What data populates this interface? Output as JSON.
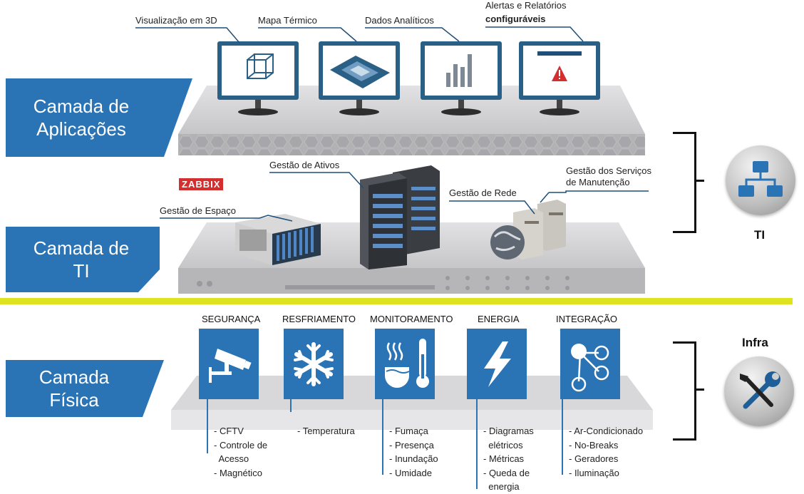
{
  "layers": {
    "applications": [
      "Camada de",
      "Aplicações"
    ],
    "it": [
      "Camada de",
      "TI"
    ],
    "physical": [
      "Camada",
      "Física"
    ]
  },
  "apps": {
    "visualization": "Visualização em 3D",
    "heat_map": "Mapa Térmico",
    "analytics": "Dados Analíticos",
    "alerts_line1": "Alertas e Relatórios",
    "alerts_line2": "configuráveis"
  },
  "it": {
    "zabbix": "ZABBIX",
    "space": "Gestão de Espaço",
    "assets": "Gestão de Ativos",
    "network": "Gestão de Rede",
    "services_line1": "Gestão dos Serviços",
    "services_line2": "de Manutenção"
  },
  "physical": [
    {
      "title": "SEGURANÇA",
      "icon": "cctv-camera-icon",
      "items": [
        "- CFTV",
        "- Controle de",
        "  Acesso",
        "- Magnético"
      ]
    },
    {
      "title": "RESFRIAMENTO",
      "icon": "snowflake-icon",
      "items": [
        "- Temperatura"
      ]
    },
    {
      "title": "MONITORAMENTO",
      "icon": "thermometer-icon",
      "items": [
        "- Fumaça",
        "- Presença",
        "- Inundação",
        "- Umidade"
      ]
    },
    {
      "title": "ENERGIA",
      "icon": "lightning-icon",
      "items": [
        "- Diagramas",
        "  elétricos",
        "- Métricas",
        "- Queda de",
        "  energia"
      ]
    },
    {
      "title": "INTEGRAÇÃO",
      "icon": "network-nodes-icon",
      "items": [
        "- Ar-Condicionado",
        "- No-Breaks",
        "- Geradores",
        "- Iluminação"
      ]
    }
  ],
  "side": {
    "ti": "TI",
    "infra": "Infra",
    "ti_icon": "network-hierarchy-icon",
    "infra_icon": "tools-icon"
  },
  "colors": {
    "layer_blue": "#2a73b5",
    "divider": "#dde31f",
    "zabbix_red": "#d32f2f"
  }
}
